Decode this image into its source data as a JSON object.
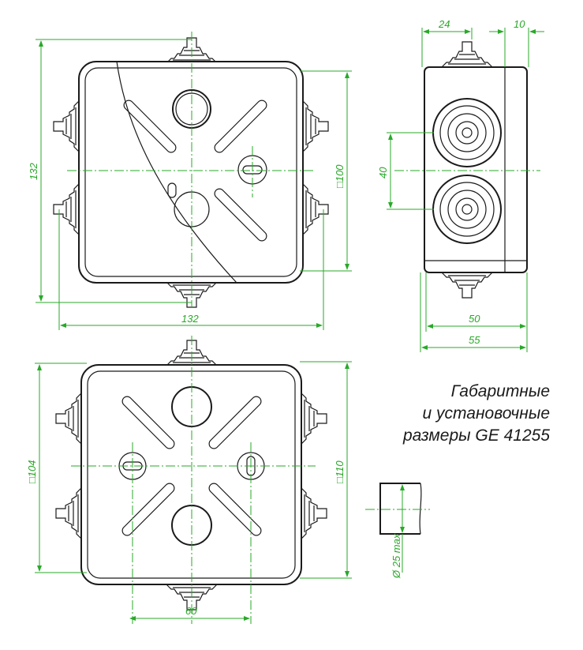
{
  "title": {
    "lines": [
      "Габаритные",
      "и установочные",
      "размеры GE 41255"
    ]
  },
  "dimensions": {
    "top_view_height": "132",
    "top_view_width": "132",
    "top_view_lid": "□100",
    "side_gland_width": "24",
    "side_lid_width": "10",
    "side_gland_spacing": "40",
    "side_base_depth": "50",
    "side_total_depth": "55",
    "bottom_view_mount": "□104",
    "bottom_view_outer": "□110",
    "bottom_view_spacing": "60",
    "cable_diameter": "Ø 25 max"
  },
  "colors": {
    "dimension": "#2aa82a",
    "outline": "#1a1a1a"
  }
}
